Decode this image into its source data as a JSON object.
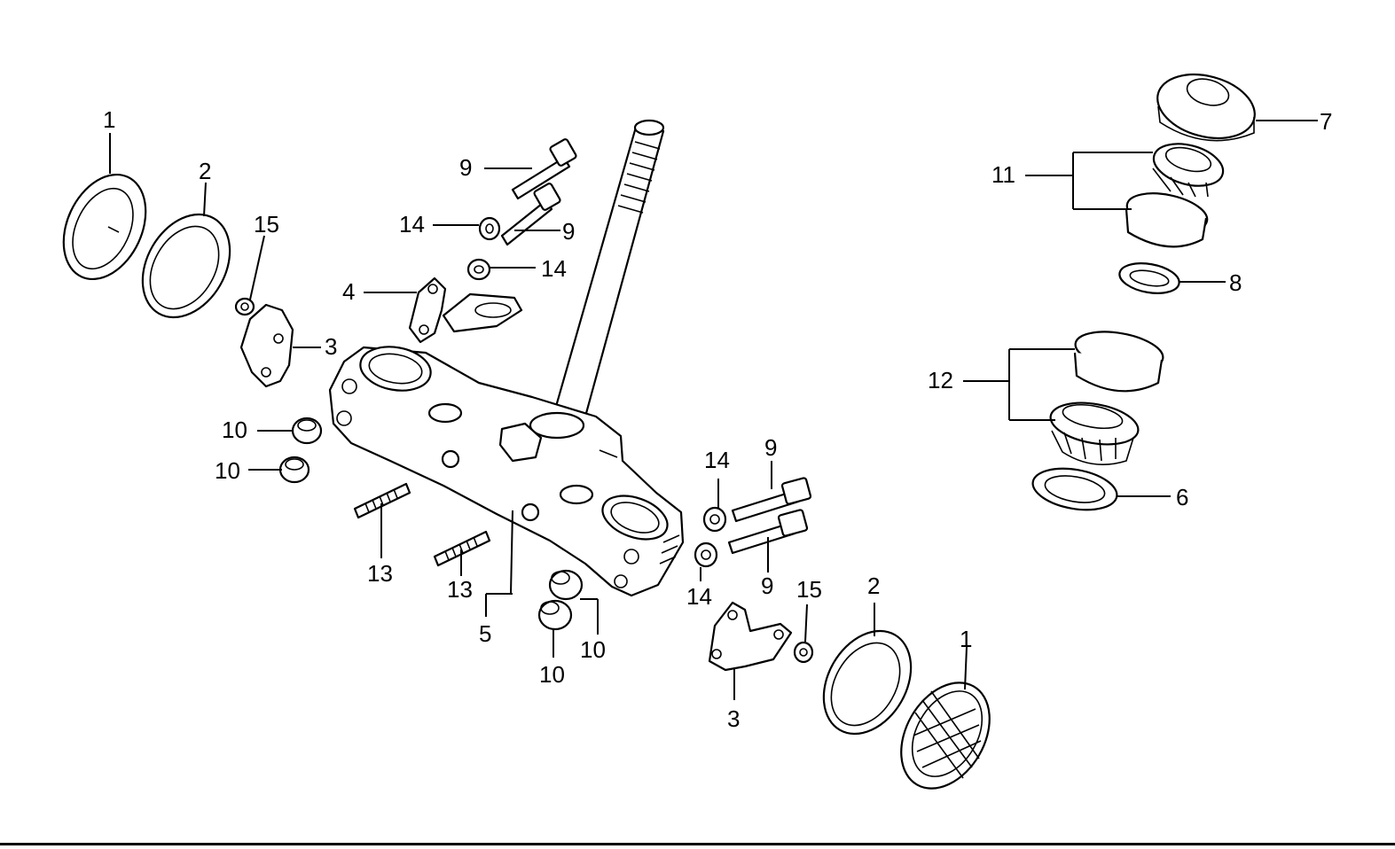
{
  "diagram": {
    "callouts": [
      {
        "id": "c1a",
        "text": "1"
      },
      {
        "id": "c2a",
        "text": "2"
      },
      {
        "id": "c15a",
        "text": "15"
      },
      {
        "id": "c4",
        "text": "4"
      },
      {
        "id": "c3a",
        "text": "3"
      },
      {
        "id": "c10a",
        "text": "10"
      },
      {
        "id": "c10b",
        "text": "10"
      },
      {
        "id": "c13a",
        "text": "13"
      },
      {
        "id": "c13b",
        "text": "13"
      },
      {
        "id": "c5",
        "text": "5"
      },
      {
        "id": "c10c",
        "text": "10"
      },
      {
        "id": "c10d",
        "text": "10"
      },
      {
        "id": "c9a",
        "text": "9"
      },
      {
        "id": "c14a",
        "text": "14"
      },
      {
        "id": "c9b",
        "text": "9"
      },
      {
        "id": "c14b",
        "text": "14"
      },
      {
        "id": "c14c",
        "text": "14"
      },
      {
        "id": "c9c",
        "text": "9"
      },
      {
        "id": "c14d",
        "text": "14"
      },
      {
        "id": "c9d",
        "text": "9"
      },
      {
        "id": "c15b",
        "text": "15"
      },
      {
        "id": "c3b",
        "text": "3"
      },
      {
        "id": "c2b",
        "text": "2"
      },
      {
        "id": "c1b",
        "text": "1"
      },
      {
        "id": "c7",
        "text": "7"
      },
      {
        "id": "c11",
        "text": "11"
      },
      {
        "id": "c8",
        "text": "8"
      },
      {
        "id": "c12",
        "text": "12"
      },
      {
        "id": "c6",
        "text": "6"
      }
    ]
  }
}
